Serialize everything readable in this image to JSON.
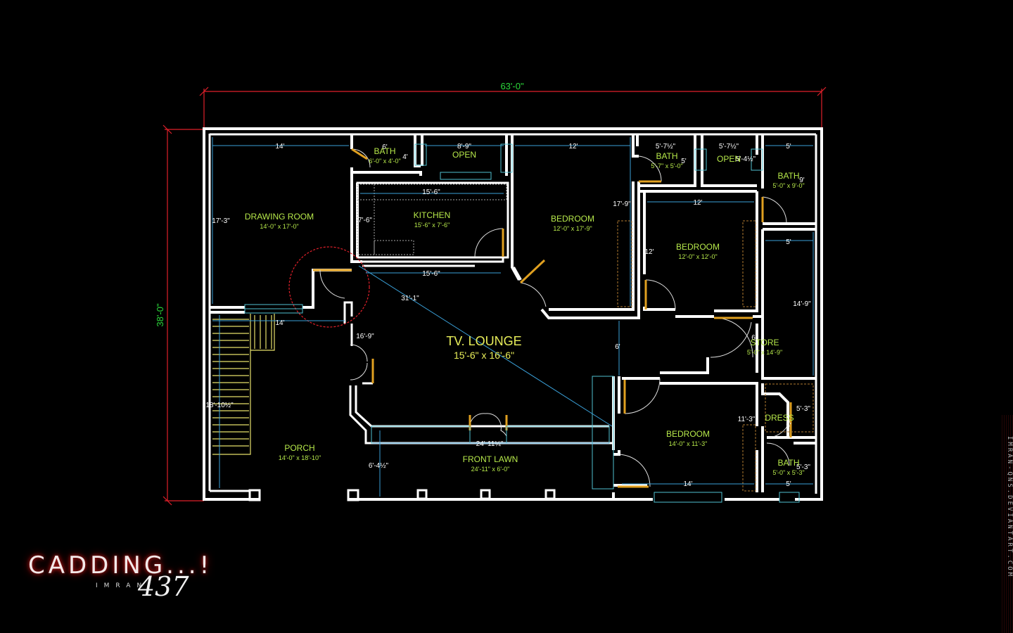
{
  "plan": {
    "overall_width": "63'-0\"",
    "overall_depth": "38'-0\"",
    "lounge_title": "TV. LOUNGE",
    "lounge_size": "15'-6\" x 16'-6\""
  },
  "rooms": [
    {
      "name": "DRAWING ROOM",
      "size": "14'-0\" x 17'-0\""
    },
    {
      "name": "BATH",
      "size": "6'-0\" x 4'-0\""
    },
    {
      "name": "OPEN",
      "size": ""
    },
    {
      "name": "KITCHEN",
      "size": "15'-6\" x 7'-6\""
    },
    {
      "name": "BEDROOM",
      "size": "12'-0\" x 17'-9\""
    },
    {
      "name": "BATH",
      "size": "5'-7\" x 5'-0\""
    },
    {
      "name": "OPEN",
      "size": ""
    },
    {
      "name": "BATH",
      "size": "5'-0\" x 9'-0\""
    },
    {
      "name": "BEDROOM",
      "size": "12'-0\" x 12'-0\""
    },
    {
      "name": "STORE",
      "size": "5'-0\" x 14'-9\""
    },
    {
      "name": "BEDROOM",
      "size": "14'-0\" x 11'-3\""
    },
    {
      "name": "DRESS",
      "size": ""
    },
    {
      "name": "BATH",
      "size": "5'-0\" x 5'-3\""
    },
    {
      "name": "PORCH",
      "size": "14'-0\" x 18'-10\""
    },
    {
      "name": "FRONT LAWN",
      "size": "24'-11\" x 6'-0\""
    }
  ],
  "dimensions": {
    "drawing_width": "14'",
    "bath1_width": "6'",
    "bath1_depth": "4'",
    "open1_width": "8'-9\"",
    "bedroom1_width": "12'",
    "bath2_width": "5'-7½\"",
    "bath2_depth": "5'",
    "open2_width": "5'-7½\"",
    "open2_depth": "5'-4½\"",
    "bath3_width": "5'",
    "bath3_depth": "9'",
    "drawing_depth": "17'-3\"",
    "kitchen_top": "15'-6\"",
    "kitchen_depth": "7'-6\"",
    "kitchen_bottom": "15'-6\"",
    "bedroom1_depth": "17'-9\"",
    "bedroom2_width": "12'",
    "bedroom2_depth": "12'",
    "store_width": "5'",
    "store_depth": "14'-9\"",
    "diagonal": "31'-1\"",
    "porch_top": "14'",
    "porch_left": "18'-10½\"",
    "lounge_left": "16'-9\"",
    "corridor": "6'",
    "lawn_width": "24'-11¼\"",
    "lawn_depth": "6'-4½\"",
    "bedroom3_width": "14'",
    "bedroom3_depth": "11'-3\"",
    "dress_width": "5'",
    "dress_depth": "5'-3\"",
    "bath4_width": "5'",
    "bath4_depth": "5'-3\"",
    "store_inner": "6'"
  },
  "brand": {
    "logo": "CADDING...!",
    "author": "IMRAN",
    "signature": "437",
    "watermark": "IMRAN-QNS.DEVIANTART.COM"
  },
  "colors": {
    "background": "#000000",
    "walls": "#ffffff",
    "labels": "#b6e84a",
    "dimension_lines": "#3aa0d8",
    "overall_dims": "#e0202a",
    "doors": "#e0a020"
  }
}
